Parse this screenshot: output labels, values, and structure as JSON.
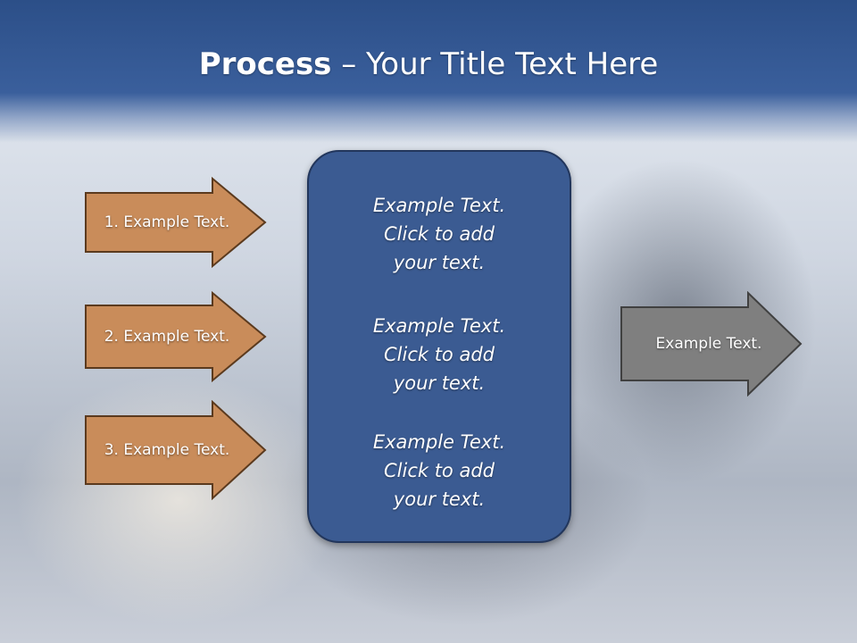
{
  "slide": {
    "title_bold": "Process",
    "title_rest": " – Your Title Text Here"
  },
  "left_arrows": [
    {
      "label": "1. Example Text."
    },
    {
      "label": "2. Example Text."
    },
    {
      "label": "3. Example Text."
    }
  ],
  "center_box": {
    "paragraphs": [
      {
        "line1": "Example Text.",
        "line2": "Click  to add",
        "line3": "your text."
      },
      {
        "line1": "Example Text.",
        "line2": "Click  to add",
        "line3": "your text."
      },
      {
        "line1": "Example Text.",
        "line2": "Click  to add",
        "line3": "your text."
      }
    ]
  },
  "right_arrow": {
    "label": "Example Text."
  },
  "colors": {
    "header": "#2c4f88",
    "left_arrow_fill": "#c98c5a",
    "left_arrow_stroke": "#5b3a1e",
    "center_fill": "#3b5b92",
    "right_arrow_fill": "#7f7f7f",
    "right_arrow_stroke": "#404040"
  }
}
